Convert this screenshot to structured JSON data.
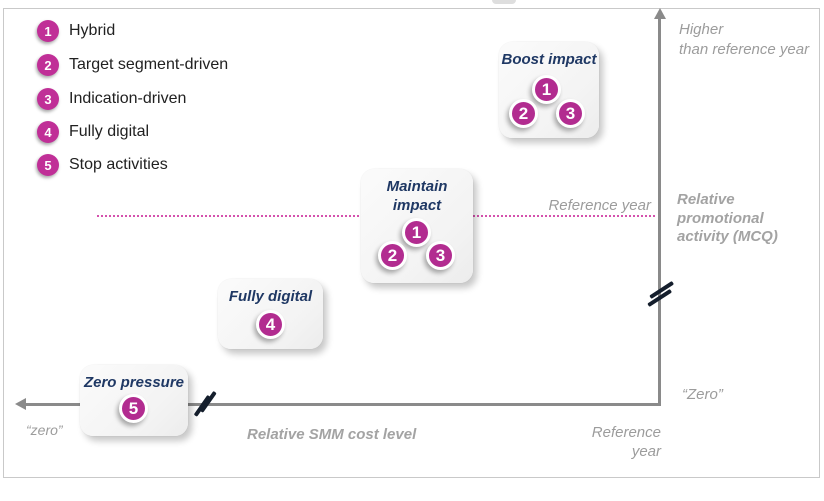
{
  "palette": {
    "magenta": "#b22c90",
    "legend_magenta": "#c02f97",
    "navy_title": "#1f3864",
    "axis_gray": "#8a8a8a",
    "note_gray": "#9c9c9c",
    "dotted_pink": "#d551ad",
    "break_dark": "#141e2c",
    "card_bg": "#f4f4f4",
    "frame_border": "#c9c9c9"
  },
  "legend": {
    "items": [
      {
        "number": "1",
        "label": "Hybrid"
      },
      {
        "number": "2",
        "label": "Target segment-driven"
      },
      {
        "number": "3",
        "label": "Indication-driven"
      },
      {
        "number": "4",
        "label": "Fully digital"
      },
      {
        "number": "5",
        "label": "Stop activities"
      }
    ]
  },
  "cards": {
    "boost": {
      "title": "Boost impact",
      "badges": [
        "1",
        "2",
        "3"
      ]
    },
    "maintain": {
      "title_line1": "Maintain",
      "title_line2": "impact",
      "badges": [
        "1",
        "2",
        "3"
      ]
    },
    "fully": {
      "title": "Fully digital",
      "badge": "4"
    },
    "zero": {
      "title": "Zero pressure",
      "badge": "5"
    }
  },
  "axes": {
    "vertical": {
      "top_label_line1": "Higher",
      "top_label_line2": "than reference year",
      "reference_label": "Reference year",
      "title_line1": "Relative",
      "title_line2": "promotional",
      "title_line3": "activity (MCQ)",
      "zero_label": "“Zero”"
    },
    "horizontal": {
      "title": "Relative SMM cost level",
      "zero_label": "“zero”",
      "reference_label_line1": "Reference",
      "reference_label_line2": "year"
    }
  }
}
